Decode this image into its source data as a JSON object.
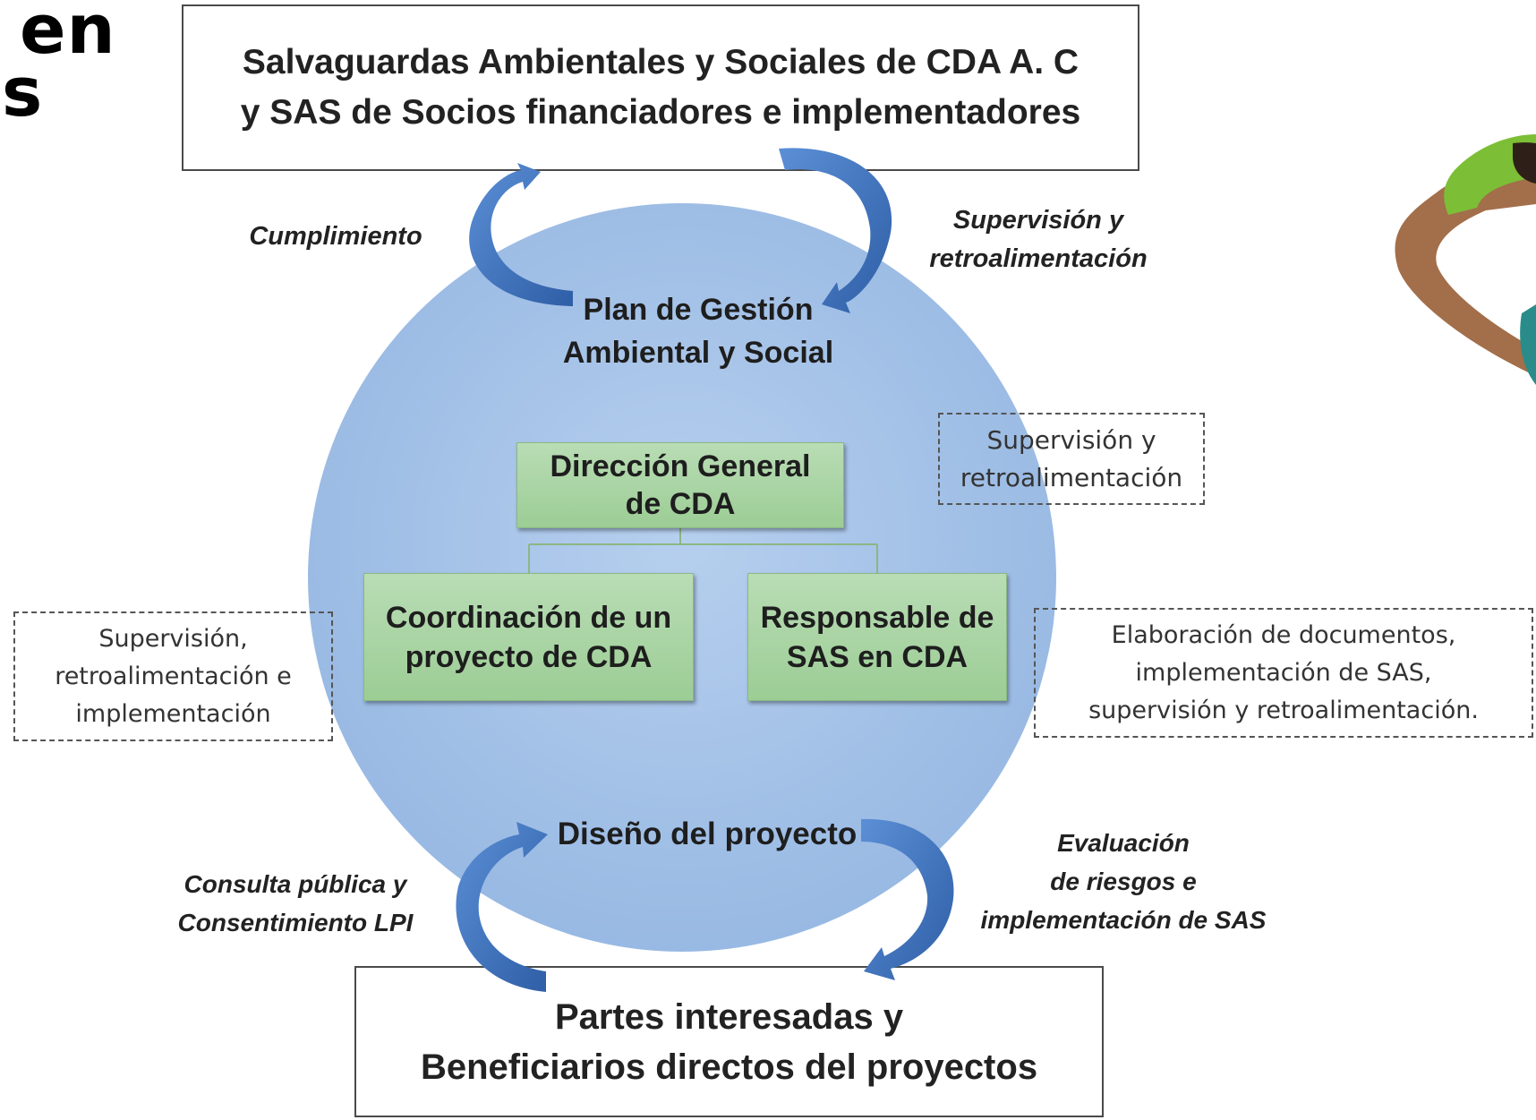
{
  "heading_partial": {
    "line1": "en",
    "line2": "s"
  },
  "top_box": {
    "line1": "Salvaguardas Ambientales y Sociales de CDA A. C",
    "line2": "y SAS de Socios financiadores e implementadores"
  },
  "bottom_box": {
    "line1": "Partes interesadas y",
    "line2": "Beneficiarios directos del proyectos"
  },
  "arrow_labels": {
    "top_left": "Cumplimiento",
    "top_right": {
      "line1": "Supervisión y",
      "line2": "retroalimentación"
    },
    "bottom_left": {
      "line1": "Consulta pública y",
      "line2": "Consentimiento LPI"
    },
    "bottom_right": {
      "line1": "Evaluación",
      "line2": "de riesgos e",
      "line3": "implementación de SAS"
    }
  },
  "circle": {
    "top_title": {
      "line1": "Plan de Gestión",
      "line2": "Ambiental y Social"
    },
    "bottom_title": "Diseño del proyecto"
  },
  "org": {
    "root": {
      "line1": "Dirección General",
      "line2": "de CDA"
    },
    "left_child": {
      "line1": "Coordinación de un",
      "line2": "proyecto de CDA"
    },
    "right_child": {
      "line1": "Responsable de",
      "line2": "SAS en CDA"
    }
  },
  "notes": {
    "right_top": {
      "line1": "Supervisión y",
      "line2": "retroalimentación"
    },
    "left": {
      "line1": "Supervisión,",
      "line2": "retroalimentación e",
      "line3": "implementación"
    },
    "right": {
      "line1": "Elaboración de documentos,",
      "line2": "implementación de SAS,",
      "line3": "supervisión y retroalimentación."
    }
  },
  "colors": {
    "circle": "#a7c4e8",
    "arrow": "#3f6fb8",
    "green_box": "#a9d3a4"
  }
}
